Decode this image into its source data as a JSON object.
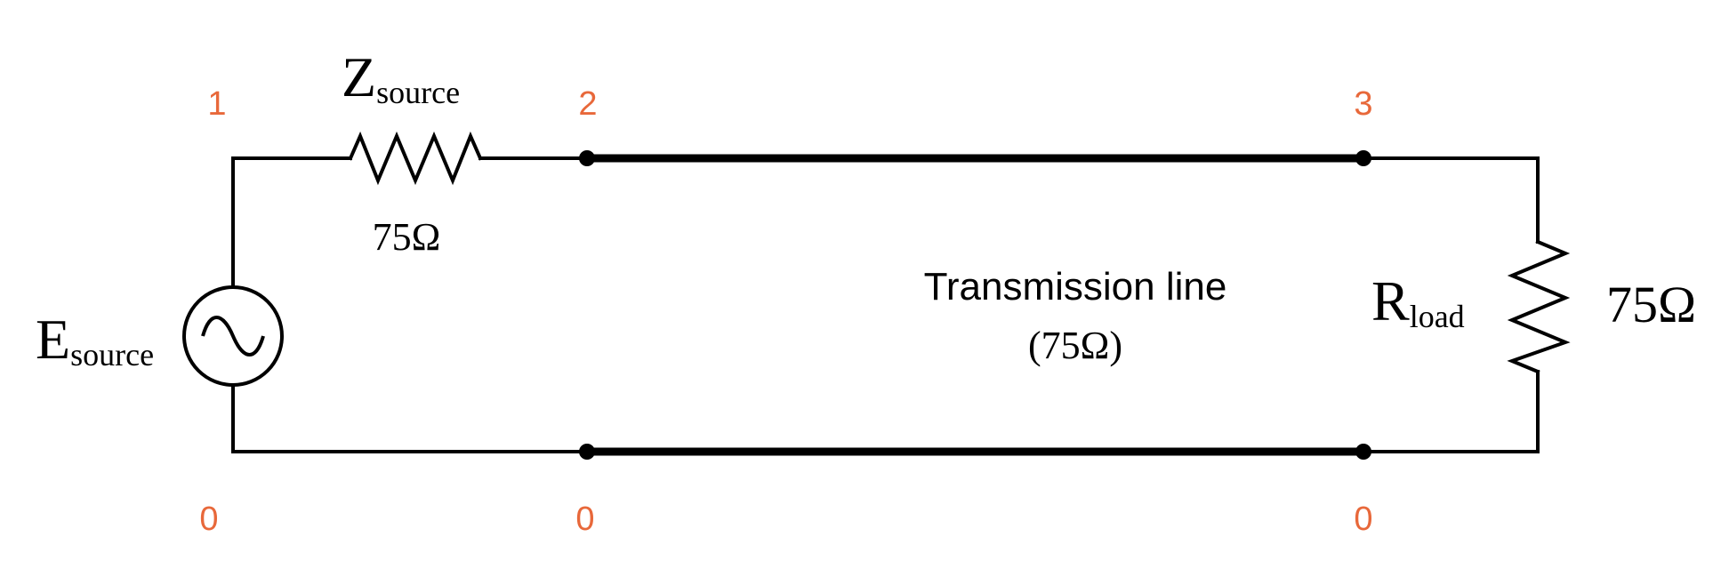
{
  "colors": {
    "wire": "#000000",
    "node_label": "#E8683A",
    "text": "#000000",
    "background": "#FFFFFF"
  },
  "nodes": {
    "n1": "1",
    "n2": "2",
    "n3": "3",
    "n0_left": "0",
    "n0_mid": "0",
    "n0_right": "0"
  },
  "source": {
    "symbol": "E",
    "subscript": "source",
    "icon": "ac-source-icon"
  },
  "source_impedance": {
    "symbol": "Z",
    "subscript": "source",
    "value": "75Ω"
  },
  "transmission_line": {
    "label": "Transmission line",
    "impedance": "(75Ω)"
  },
  "load": {
    "symbol": "R",
    "subscript": "load",
    "value": "75Ω"
  }
}
